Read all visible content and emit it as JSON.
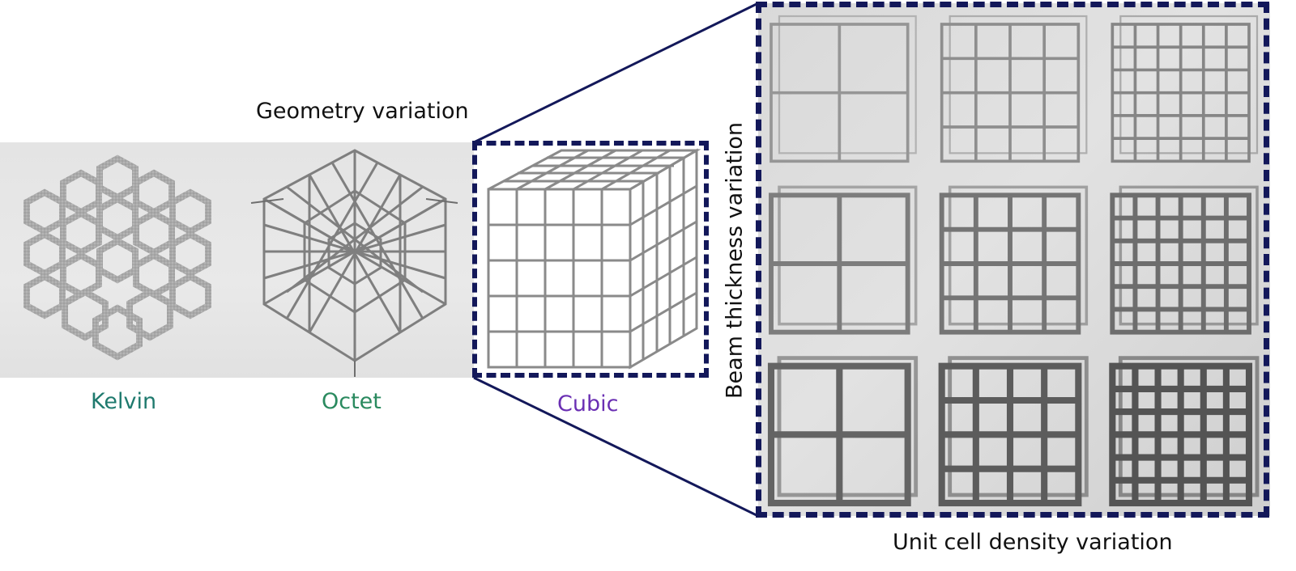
{
  "figure": {
    "geometry_title": "Geometry variation",
    "beam_axis_label": "Beam thickness variation",
    "density_axis_label": "Unit cell density variation",
    "lattices": [
      {
        "name": "Kelvin",
        "icon": "kelvin-lattice-icon"
      },
      {
        "name": "Octet",
        "icon": "octet-lattice-icon"
      },
      {
        "name": "Cubic",
        "icon": "cubic-lattice-icon"
      }
    ],
    "colors": {
      "kelvin_label": "#1f7a6e",
      "octet_label": "#2a8a5f",
      "cubic_label": "#6a2fb3",
      "dashed_border": "#13185a",
      "connector": "#13185a",
      "text": "#111111"
    },
    "cubic_samples_grid": {
      "rows": 3,
      "columns": 3,
      "row_axis": "beam thickness",
      "column_axis": "unit cell density",
      "cells_per_side": [
        [
          2,
          4,
          6
        ],
        [
          2,
          4,
          6
        ],
        [
          2,
          4,
          6
        ]
      ],
      "beam_thickness_level": [
        [
          1,
          1,
          1
        ],
        [
          2,
          2,
          2
        ],
        [
          3,
          3,
          3
        ]
      ]
    }
  }
}
